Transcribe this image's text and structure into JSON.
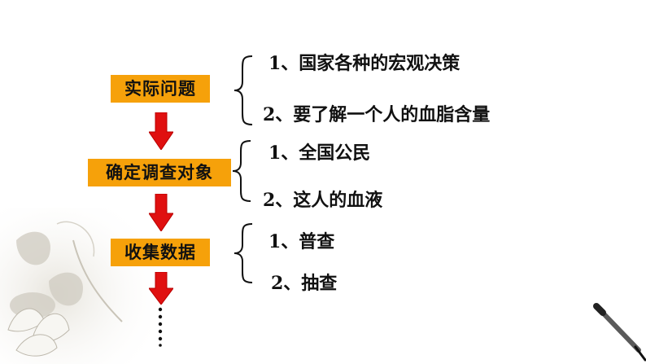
{
  "flow": {
    "step1": "实际问题",
    "step2": "确定调查对象",
    "step3": "收集数据",
    "continuation": "……"
  },
  "problems": {
    "item1": "1、国家各种的宏观决策",
    "item2": "2、要了解一个人的血脂含量"
  },
  "objects": {
    "item1": "1、全国公民",
    "item2": "2、这人的血液"
  },
  "methods": {
    "item1": "1、普查",
    "item2": "2、抽查"
  },
  "colors": {
    "box": "#f6a10a",
    "arrow": "#e01010",
    "text": "#111111"
  },
  "icons": [
    "brace-icon",
    "down-arrow-icon",
    "vertical-dots-icon",
    "lotus-decoration",
    "brush-decoration"
  ]
}
